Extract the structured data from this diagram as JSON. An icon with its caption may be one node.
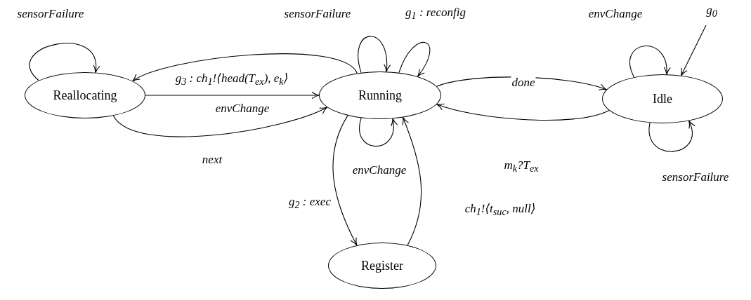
{
  "diagram": {
    "nodes": [
      {
        "text": [
          "Reallocating"
        ]
      },
      {
        "text": [
          "Running"
        ]
      },
      {
        "text": [
          "Idle"
        ]
      },
      {
        "text": [
          "Register"
        ]
      }
    ],
    "edges": [
      {
        "from": 0,
        "to": 0,
        "arrow": "to",
        "label": "sensorFailure"
      },
      {
        "from": 1,
        "to": 0,
        "arrow": "to",
        "label": "g$_{3}$ : ch$_{1}$!⟨head(T$_{ex}$), e$_{k}$⟩"
      },
      {
        "from": 0,
        "to": 1,
        "arrow": "to",
        "label": "envChange"
      },
      {
        "from": 0,
        "to": 1,
        "arrow": "to",
        "label": "next"
      },
      {
        "from": 1,
        "to": 1,
        "arrow": "to",
        "label": "sensorFailure"
      },
      {
        "from": 1,
        "to": 1,
        "arrow": "to",
        "label": "g$_{1}$ : reconfig"
      },
      {
        "from": 1,
        "to": 2,
        "arrow": "to",
        "label": "done"
      },
      {
        "from": 2,
        "to": 1,
        "arrow": "to",
        "label": "m$_{k}$?T$_{ex}$"
      },
      {
        "from": 2,
        "to": 2,
        "arrow": "to",
        "label": "envChange"
      },
      {
        "from": null,
        "to": 2,
        "arrow": "to",
        "label": "g$_{0}$"
      },
      {
        "from": 2,
        "to": 2,
        "arrow": "to",
        "label": "sensorFailure"
      },
      {
        "from": 1,
        "to": 1,
        "arrow": "to",
        "label": "envChange"
      },
      {
        "from": 1,
        "to": 3,
        "arrow": "to",
        "label": "g$_{2}$ : exec"
      },
      {
        "from": 3,
        "to": 1,
        "arrow": "to",
        "label": "ch$_{1}$!⟨t$_{suc}$, null⟩"
      }
    ]
  }
}
